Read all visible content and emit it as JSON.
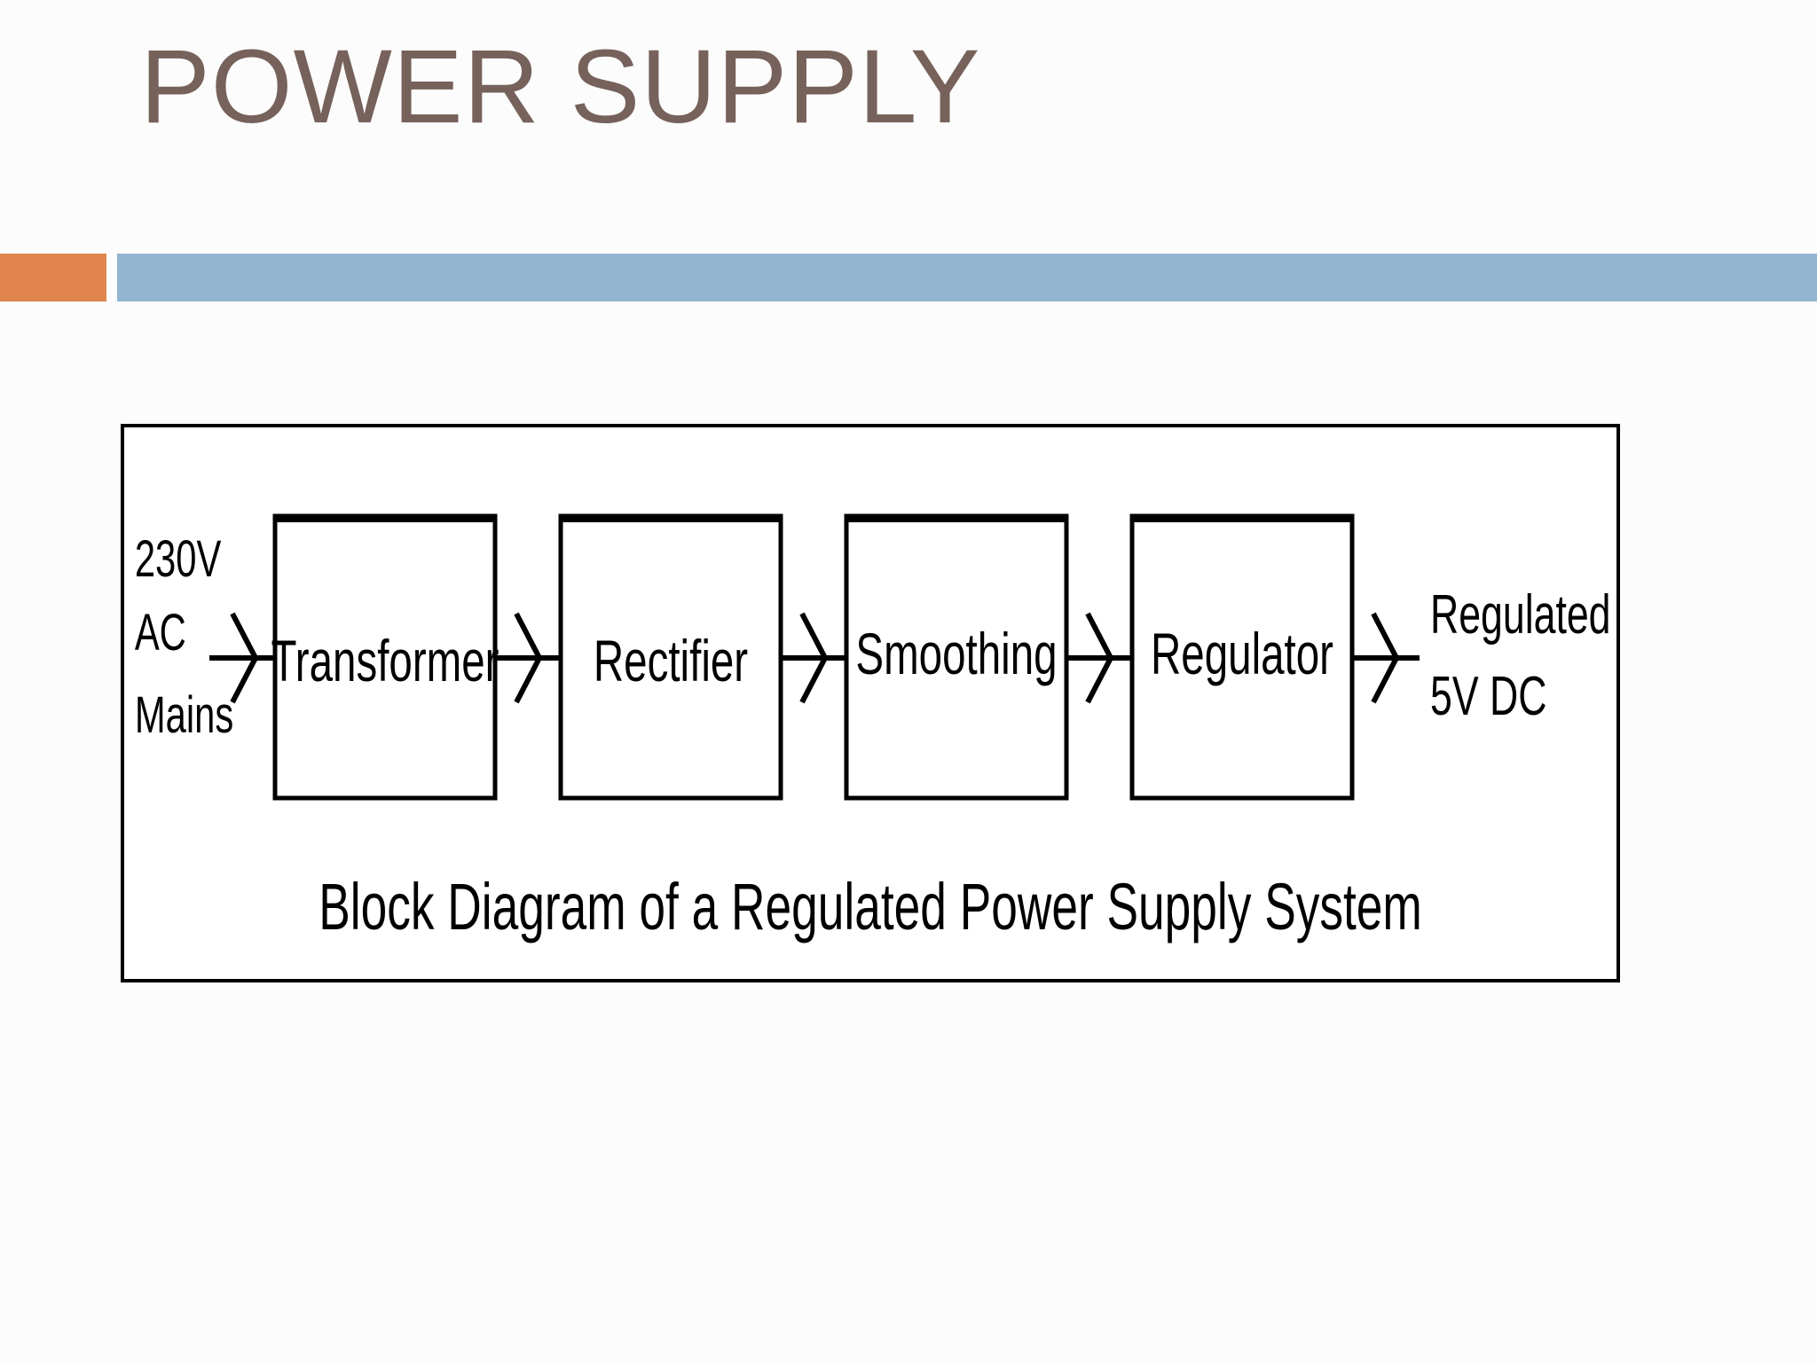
{
  "slide": {
    "title": "POWER SUPPLY",
    "colors": {
      "title": "#76625b",
      "accent_bar": "#e0864c",
      "main_bar": "#93b5d0",
      "background": "#fdfcfc",
      "diagram_stroke": "#000000"
    }
  },
  "diagram": {
    "input": {
      "line1": "230V",
      "line2": "AC",
      "line3": "Mains"
    },
    "blocks": [
      {
        "label": "Transformer"
      },
      {
        "label": "Rectifier"
      },
      {
        "label": "Smoothing"
      },
      {
        "label": "Regulator"
      }
    ],
    "output": {
      "line1": "Regulated",
      "line2": "5V DC"
    },
    "caption": "Block Diagram of a Regulated Power Supply System"
  }
}
